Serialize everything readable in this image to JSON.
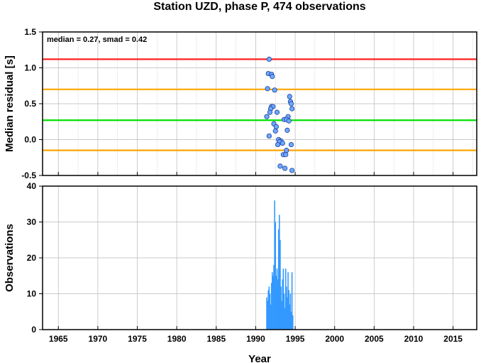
{
  "title": "Station UZD, phase P, 474 observations",
  "chart_data": [
    {
      "type": "scatter",
      "ylabel": "Median residual [s]",
      "annotation": "median = 0.27, smad = 0.42",
      "xlim": [
        1963,
        2018
      ],
      "ylim": [
        -0.5,
        1.5
      ],
      "yticks": [
        "-0.5",
        "0.0",
        "0.5",
        "1.0",
        "1.5"
      ],
      "grid": true,
      "reference_lines": [
        {
          "value": 1.12,
          "color": "#ff2020"
        },
        {
          "value": 0.7,
          "color": "#ffa500"
        },
        {
          "value": 0.27,
          "color": "#00e000"
        },
        {
          "value": -0.15,
          "color": "#ffa500"
        }
      ],
      "point_color": "#6fa8ff",
      "points": [
        {
          "x": 1991.7,
          "y": 1.12
        },
        {
          "x": 1991.6,
          "y": 0.92
        },
        {
          "x": 1992.0,
          "y": 0.91
        },
        {
          "x": 1992.1,
          "y": 0.88
        },
        {
          "x": 1991.5,
          "y": 0.71
        },
        {
          "x": 1992.4,
          "y": 0.69
        },
        {
          "x": 1994.3,
          "y": 0.6
        },
        {
          "x": 1994.4,
          "y": 0.53
        },
        {
          "x": 1994.5,
          "y": 0.5
        },
        {
          "x": 1992.0,
          "y": 0.46
        },
        {
          "x": 1992.2,
          "y": 0.46
        },
        {
          "x": 1991.9,
          "y": 0.43
        },
        {
          "x": 1994.6,
          "y": 0.43
        },
        {
          "x": 1991.8,
          "y": 0.38
        },
        {
          "x": 1992.7,
          "y": 0.38
        },
        {
          "x": 1991.4,
          "y": 0.32
        },
        {
          "x": 1994.1,
          "y": 0.32
        },
        {
          "x": 1993.6,
          "y": 0.28
        },
        {
          "x": 1993.9,
          "y": 0.28
        },
        {
          "x": 1994.2,
          "y": 0.26
        },
        {
          "x": 1992.3,
          "y": 0.22
        },
        {
          "x": 1992.6,
          "y": 0.18
        },
        {
          "x": 1994.0,
          "y": 0.13
        },
        {
          "x": 1992.5,
          "y": 0.12
        },
        {
          "x": 1991.7,
          "y": 0.05
        },
        {
          "x": 1992.9,
          "y": 0.0
        },
        {
          "x": 1993.2,
          "y": -0.02
        },
        {
          "x": 1993.0,
          "y": -0.03
        },
        {
          "x": 1993.4,
          "y": -0.05
        },
        {
          "x": 1992.8,
          "y": -0.07
        },
        {
          "x": 1994.5,
          "y": -0.07
        },
        {
          "x": 1993.9,
          "y": -0.15
        },
        {
          "x": 1993.5,
          "y": -0.21
        },
        {
          "x": 1993.8,
          "y": -0.21
        },
        {
          "x": 1993.1,
          "y": -0.37
        },
        {
          "x": 1993.7,
          "y": -0.4
        },
        {
          "x": 1994.6,
          "y": -0.43
        }
      ]
    },
    {
      "type": "bar",
      "xlabel": "Year",
      "ylabel": "Observations",
      "xlim": [
        1963,
        2018
      ],
      "ylim": [
        0,
        40
      ],
      "xticks": [
        "1965",
        "1970",
        "1975",
        "1980",
        "1985",
        "1990",
        "1995",
        "2000",
        "2005",
        "2010",
        "2015"
      ],
      "yticks": [
        "0",
        "10",
        "20",
        "30",
        "40"
      ],
      "grid": true,
      "bar_color": "#3399ff",
      "bars": [
        {
          "x": 1991.4,
          "y": 9
        },
        {
          "x": 1991.5,
          "y": 8
        },
        {
          "x": 1991.6,
          "y": 11
        },
        {
          "x": 1991.7,
          "y": 12
        },
        {
          "x": 1991.8,
          "y": 10
        },
        {
          "x": 1991.9,
          "y": 7
        },
        {
          "x": 1992.0,
          "y": 13
        },
        {
          "x": 1992.1,
          "y": 16
        },
        {
          "x": 1992.2,
          "y": 15
        },
        {
          "x": 1992.3,
          "y": 18
        },
        {
          "x": 1992.4,
          "y": 36
        },
        {
          "x": 1992.5,
          "y": 30
        },
        {
          "x": 1992.6,
          "y": 15
        },
        {
          "x": 1992.7,
          "y": 17
        },
        {
          "x": 1992.8,
          "y": 14
        },
        {
          "x": 1992.9,
          "y": 28
        },
        {
          "x": 1993.0,
          "y": 32
        },
        {
          "x": 1993.1,
          "y": 25
        },
        {
          "x": 1993.2,
          "y": 12
        },
        {
          "x": 1993.3,
          "y": 8
        },
        {
          "x": 1993.4,
          "y": 14
        },
        {
          "x": 1993.5,
          "y": 17
        },
        {
          "x": 1993.6,
          "y": 10
        },
        {
          "x": 1993.7,
          "y": 6
        },
        {
          "x": 1993.8,
          "y": 17
        },
        {
          "x": 1993.9,
          "y": 12
        },
        {
          "x": 1994.0,
          "y": 9
        },
        {
          "x": 1994.1,
          "y": 16
        },
        {
          "x": 1994.2,
          "y": 11
        },
        {
          "x": 1994.3,
          "y": 7
        },
        {
          "x": 1994.4,
          "y": 10
        },
        {
          "x": 1994.5,
          "y": 5
        },
        {
          "x": 1994.6,
          "y": 16
        },
        {
          "x": 1994.7,
          "y": 4
        }
      ]
    }
  ]
}
